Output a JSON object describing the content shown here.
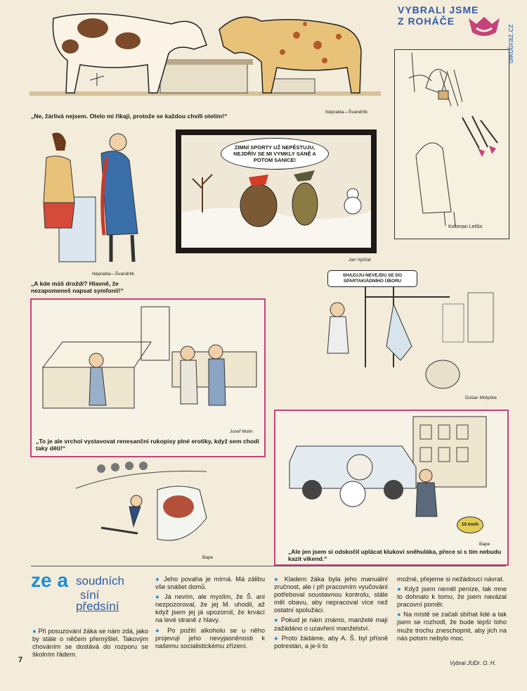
{
  "header": {
    "title_line1": "VYBRALI JSME",
    "title_line2": "Z ROHÁČE",
    "watermark": "dikobraz.cz"
  },
  "cartoons": {
    "cows": {
      "caption": "„Ne, žárlivá nejsem. Otelo mi říkají, protože se každou chvíli otelím!“",
      "credit": "Neprakta—Švandrlík"
    },
    "yeast": {
      "caption": "„A kde máš droždí? Hlavně, že nezapomeneš napsat symfonii!“",
      "credit": "Neprakta—Švandrlík"
    },
    "winter": {
      "bubble": "ZIMNÍ SPORTY UŽ NEPĚSTUJU, NEJDŘÍV SE MI VYMKLY SÁNĚ A POTOM SANICE!",
      "credit": "Jan Vyčítal"
    },
    "hanging": {
      "credit": "Koloman Leššo"
    },
    "museum": {
      "caption": "„To je ale vrchol vystavovat renesanční rukopisy plné erotiky, když sem chodí taky děti!“",
      "credit": "Josef Molin"
    },
    "climbing": {
      "sign": "SHAZUJU-NEVEJDU SE DO SPARTAKIÁDNÍHO ÚBORU",
      "credit": "Dušan Motyčka"
    },
    "bobsleigh": {
      "credit": "Bape"
    },
    "snowman": {
      "caption": "„Ale jen jsem si odskočil uplácat klukovi sněhuláka, přece si s tím nebudu kazit víkend.“",
      "credit": "Bape",
      "badge": "10 km/h"
    }
  },
  "column": {
    "logo_left": "ze a",
    "logo_line1": "soudních",
    "logo_line2": "síní",
    "logo_line3": "předsíní",
    "page_number": "7",
    "p1": "Při posuzování žáka se nám zdá, jako by stále o něčem přemýšlel. Takovým chováním se dostává do rozporu se školním řádem.",
    "p2": "Jeho povaha je mírná. Má zálibu vše snášet domů.",
    "p3": "Já nevím, ale myslím, že Š. ani nezpozoroval, že jej M. uhodil, až když jsem jej já upozornil, že krvácí na levé straně z hlavy.",
    "p4": "Po požití alkoholu se u něho projevují jeho nevyjasněnosti k našemu socialistickému zřízení.",
    "p5": "Kladem žáka byla jeho manuální zručnost, ale i při pracovním vyučování potřeboval soustavnou kontrolu, stále měl obavu, aby nepracoval více než ostatní spolužáci.",
    "p6": "Pokud je nám známo, manželé mají zažádáno o uzavření manželství.",
    "p7": "Proto žádáme, aby A. Š. byl přísně potrestán, a je-li to",
    "p8": "možné, přejeme si nežádoucí návrat.",
    "p9": "Když jsem neměl peníze, tak mne to dohnalo k tomu, že jsem navázal pracovní poměr.",
    "p10": "Na místě se začali sbíhat lidé a tak jsem se rozhodl, že bude lepší toho muže trochu zneschopnit, aby jich na nás potom nebylo moc.",
    "signature": "Vybral JUDr. O. H."
  },
  "colors": {
    "accent_pink": "#c7417a",
    "accent_blue": "#1f8ed0",
    "paper": "#f3ecda"
  }
}
